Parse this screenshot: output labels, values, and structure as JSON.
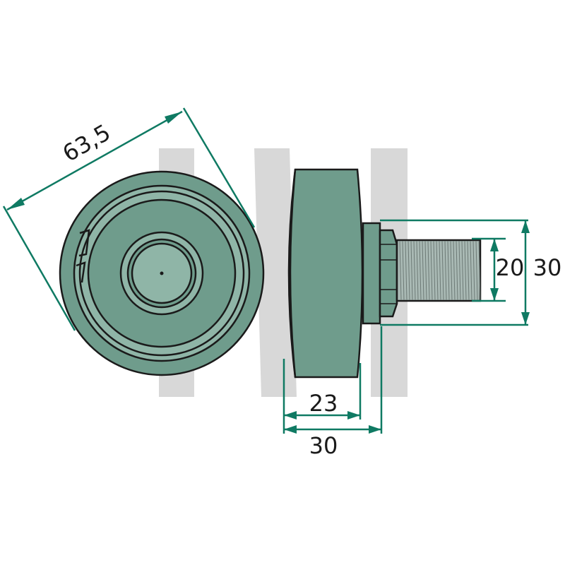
{
  "colors": {
    "part_fill": "#6f9c8c",
    "part_light": "#8fb5a7",
    "part_dark": "#5c887a",
    "outline": "#1a1a1a",
    "dimension": "#0f7a63",
    "watermark": "#d8d8d8",
    "thread": "#a9b9b4"
  },
  "dimensions": {
    "outer_diameter": "63,5",
    "bolt_diameter": "20",
    "nut_diameter": "30",
    "roller_width": "23",
    "overall_width": "30"
  }
}
